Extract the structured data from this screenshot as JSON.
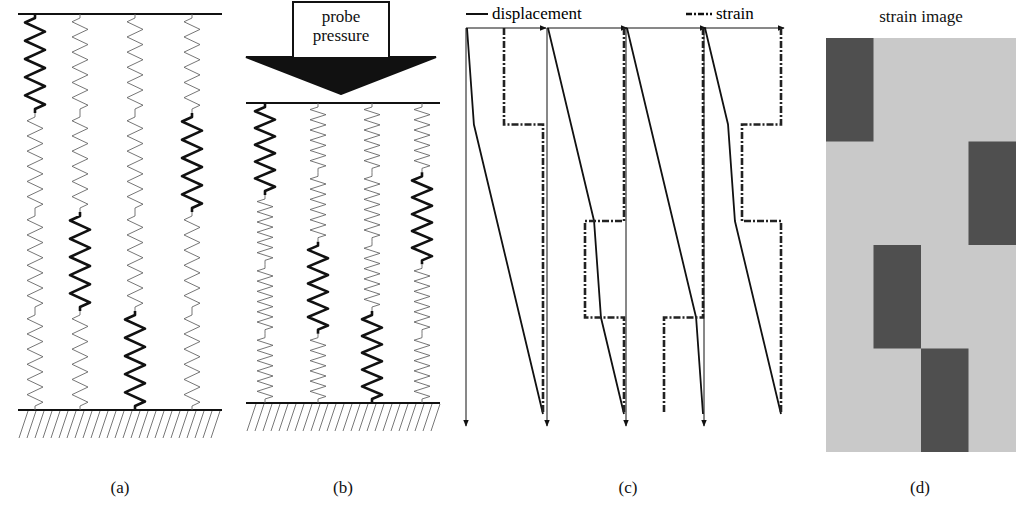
{
  "diagram": {
    "nodes": [
      {
        "text": [
          "probe pressure"
        ]
      }
    ],
    "labels": [
      "strain image",
      "(a)",
      "(b)",
      "(c)",
      "(d)"
    ],
    "legend": [
      {
        "text": "displacement"
      },
      {
        "text": "strain"
      }
    ]
  }
}
